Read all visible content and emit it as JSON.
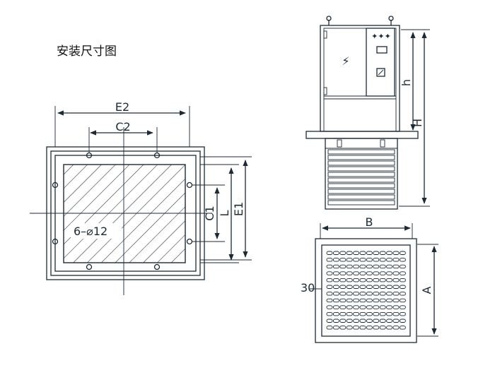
{
  "title": "安装尺寸图",
  "labels": {
    "e2": "E2",
    "c2": "C2",
    "c1": "C1",
    "l": "L",
    "e1": "E1",
    "holes": "6–⌀12",
    "h_small": "h",
    "h_big": "H",
    "b": "B",
    "a": "A",
    "thirty": "30"
  },
  "icons": {
    "hazard": "⚡",
    "indicator": "✦✦✦"
  }
}
